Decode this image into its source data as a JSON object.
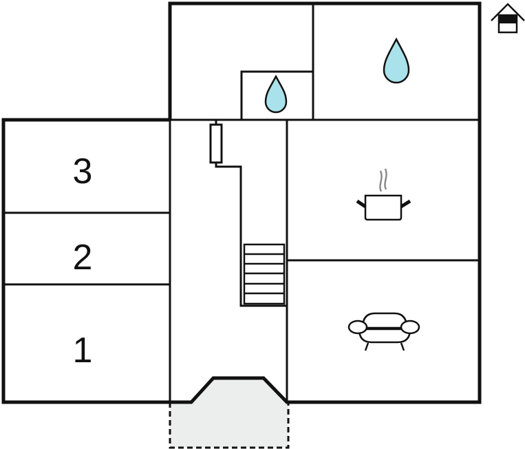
{
  "floor_plan": {
    "rooms": [
      {
        "label": "3",
        "type": "bedroom"
      },
      {
        "label": "2",
        "type": "bedroom"
      },
      {
        "label": "1",
        "type": "bedroom"
      }
    ],
    "icons": [
      "water-drop-icon",
      "cooking-pot-icon",
      "sofa-icon",
      "stairs-icon",
      "radiator-icon",
      "house-floor-icon"
    ],
    "colors": {
      "wall": "#111111",
      "water": "#a9e2ea",
      "porch": "#eceeed",
      "steam": "#8a8a8a"
    }
  }
}
